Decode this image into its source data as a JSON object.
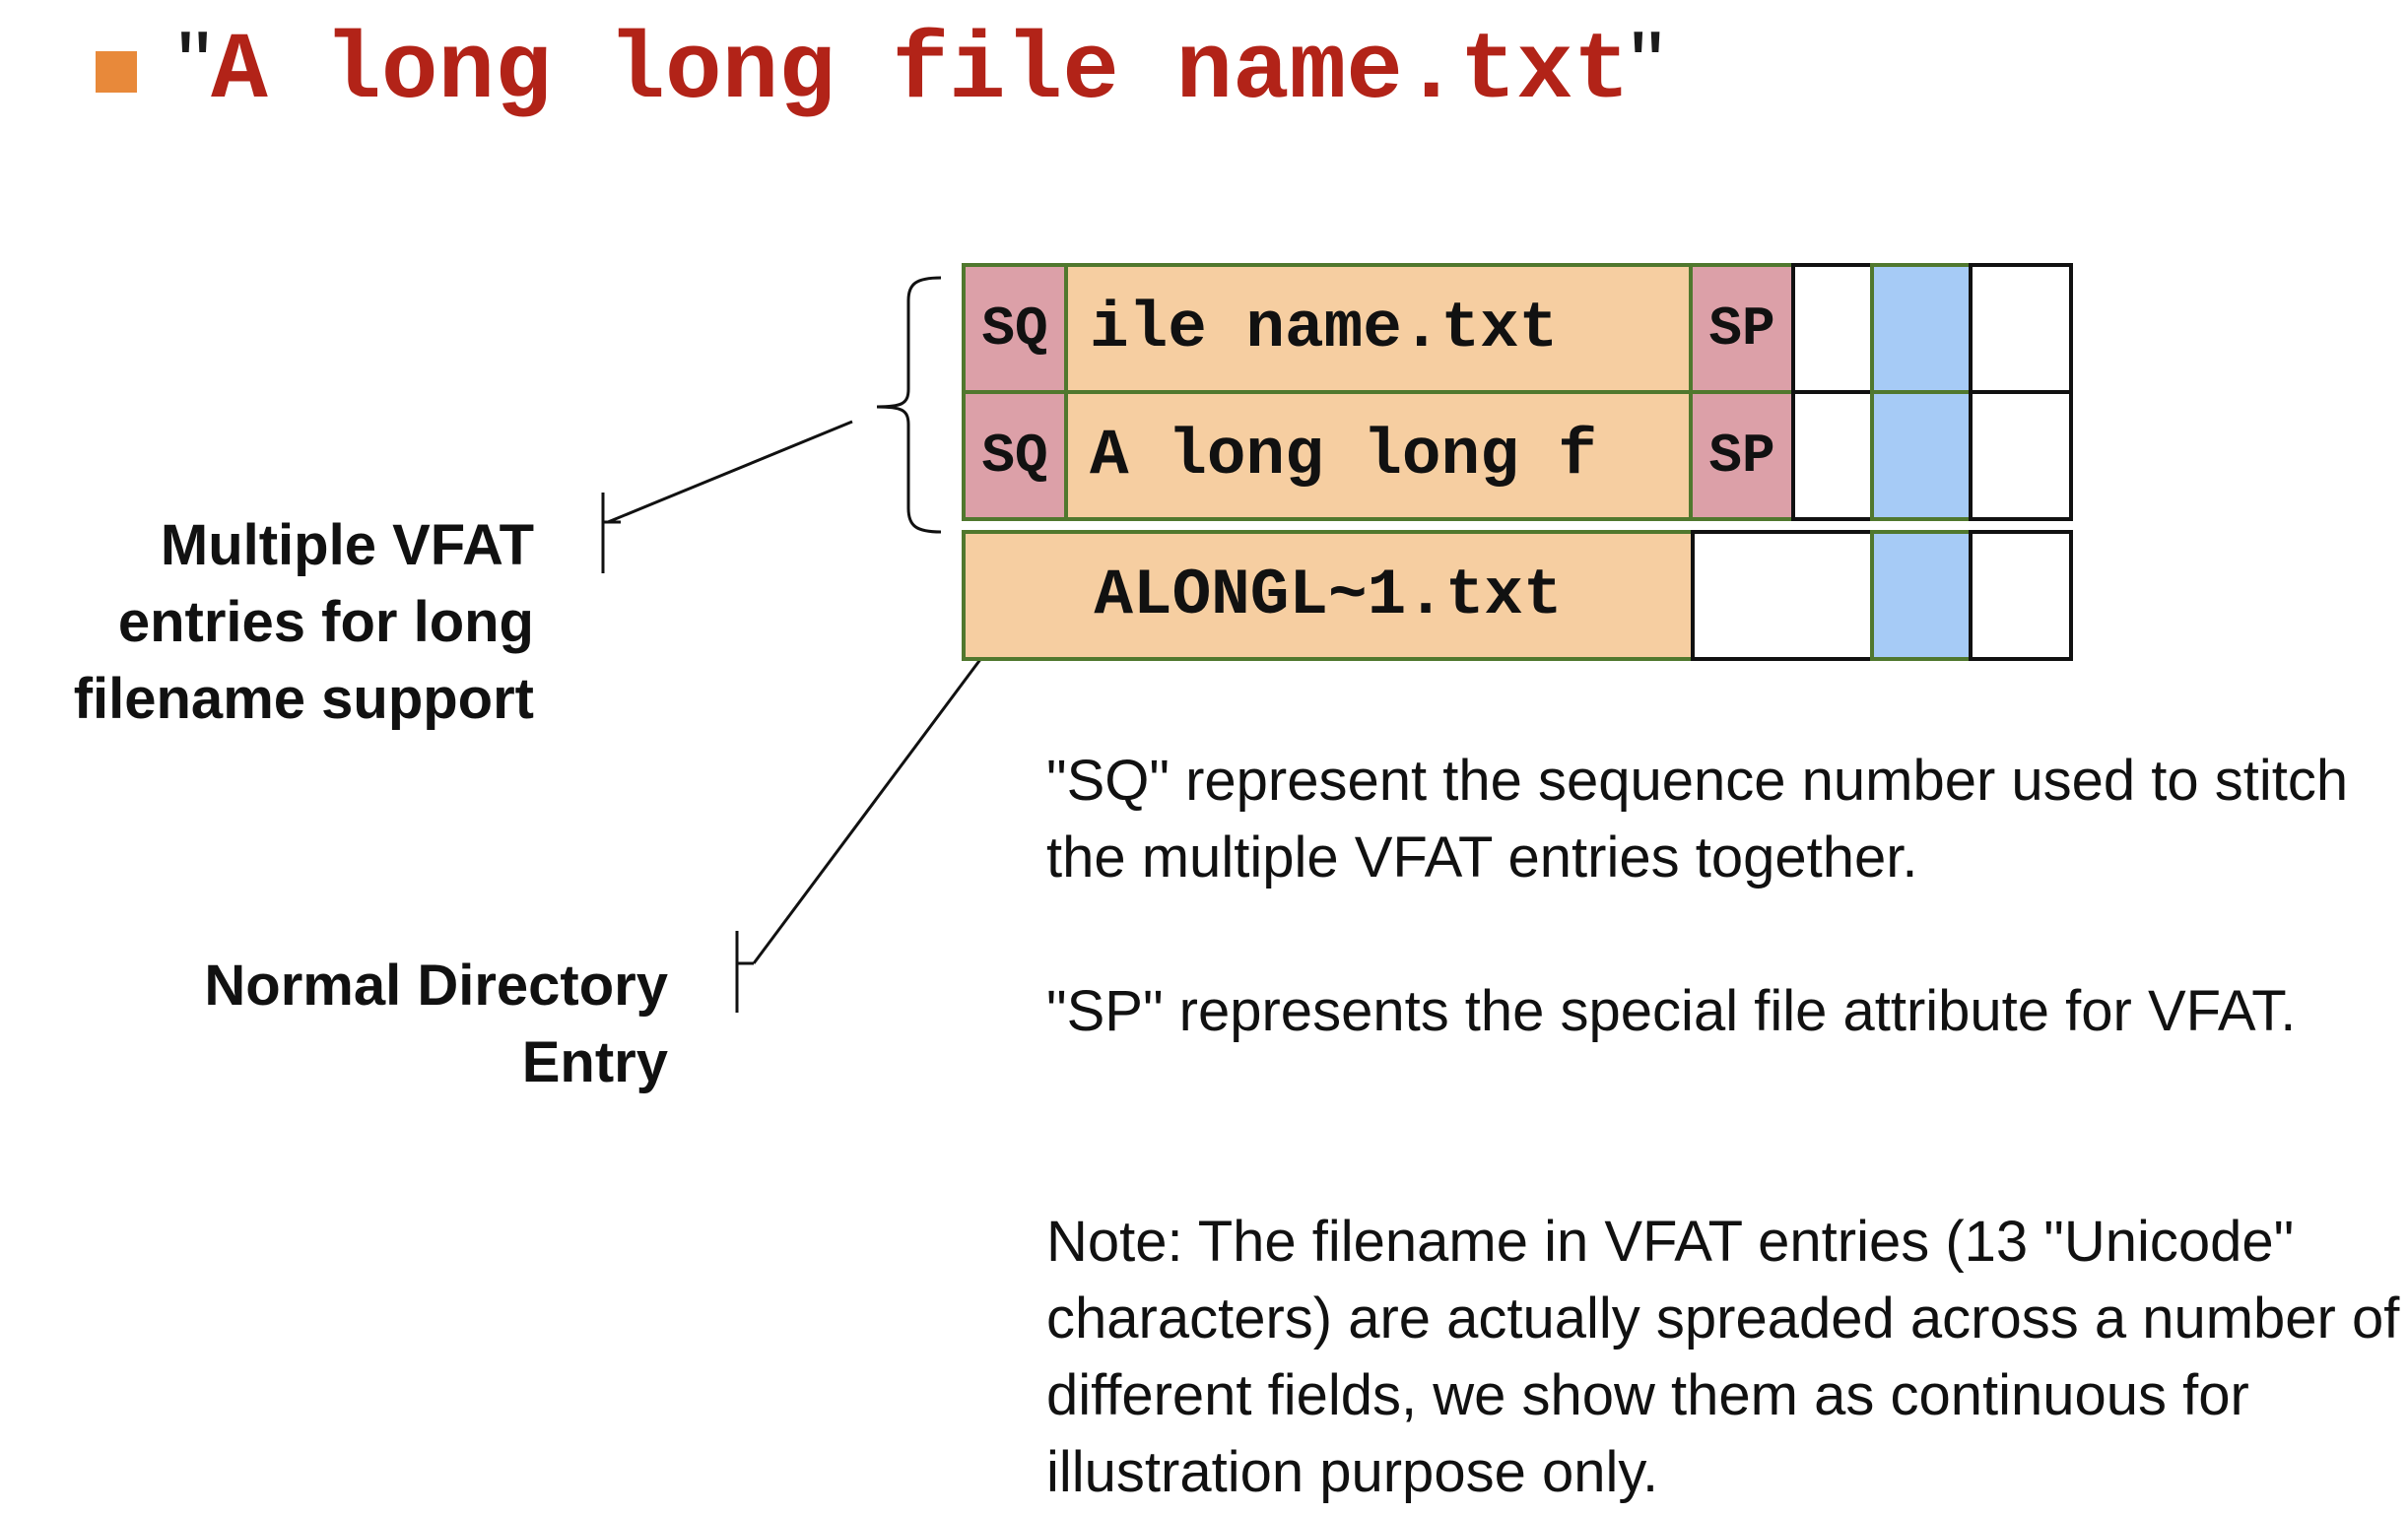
{
  "header": {
    "title_open_quote": "\"",
    "title": "A long long file name.txt",
    "title_close_quote": "\"",
    "bullet_color": "#E8893A",
    "title_color": "#B22318"
  },
  "entries": {
    "vfat_row_1": {
      "sq": "SQ",
      "name": "ile name.txt",
      "sp": "SP"
    },
    "vfat_row_2": {
      "sq": "SQ",
      "name": "A long long f",
      "sp": "SP"
    },
    "normal_row": {
      "name": "ALONGL~1.txt"
    }
  },
  "colors": {
    "sq_sp_fill": "#DCA0A8",
    "name_fill": "#F6CEA1",
    "highlight_fill": "#A6CBF6",
    "cell_border": "#50782E"
  },
  "labels": {
    "vfat": [
      "Multiple VFAT",
      "entries for long",
      "filename support"
    ],
    "normal": [
      "Normal Directory",
      "Entry"
    ]
  },
  "notes": {
    "sq": "\"SQ\" represent the sequence number used to stitch the multiple VFAT entries together.",
    "sp": "\"SP\" represents the special file attribute for VFAT.",
    "note": "Note: The filename in VFAT entries (13 \"Unicode\" characters) are actually spreaded across a number of different fields, we show them as continuous for illustration purpose only."
  }
}
